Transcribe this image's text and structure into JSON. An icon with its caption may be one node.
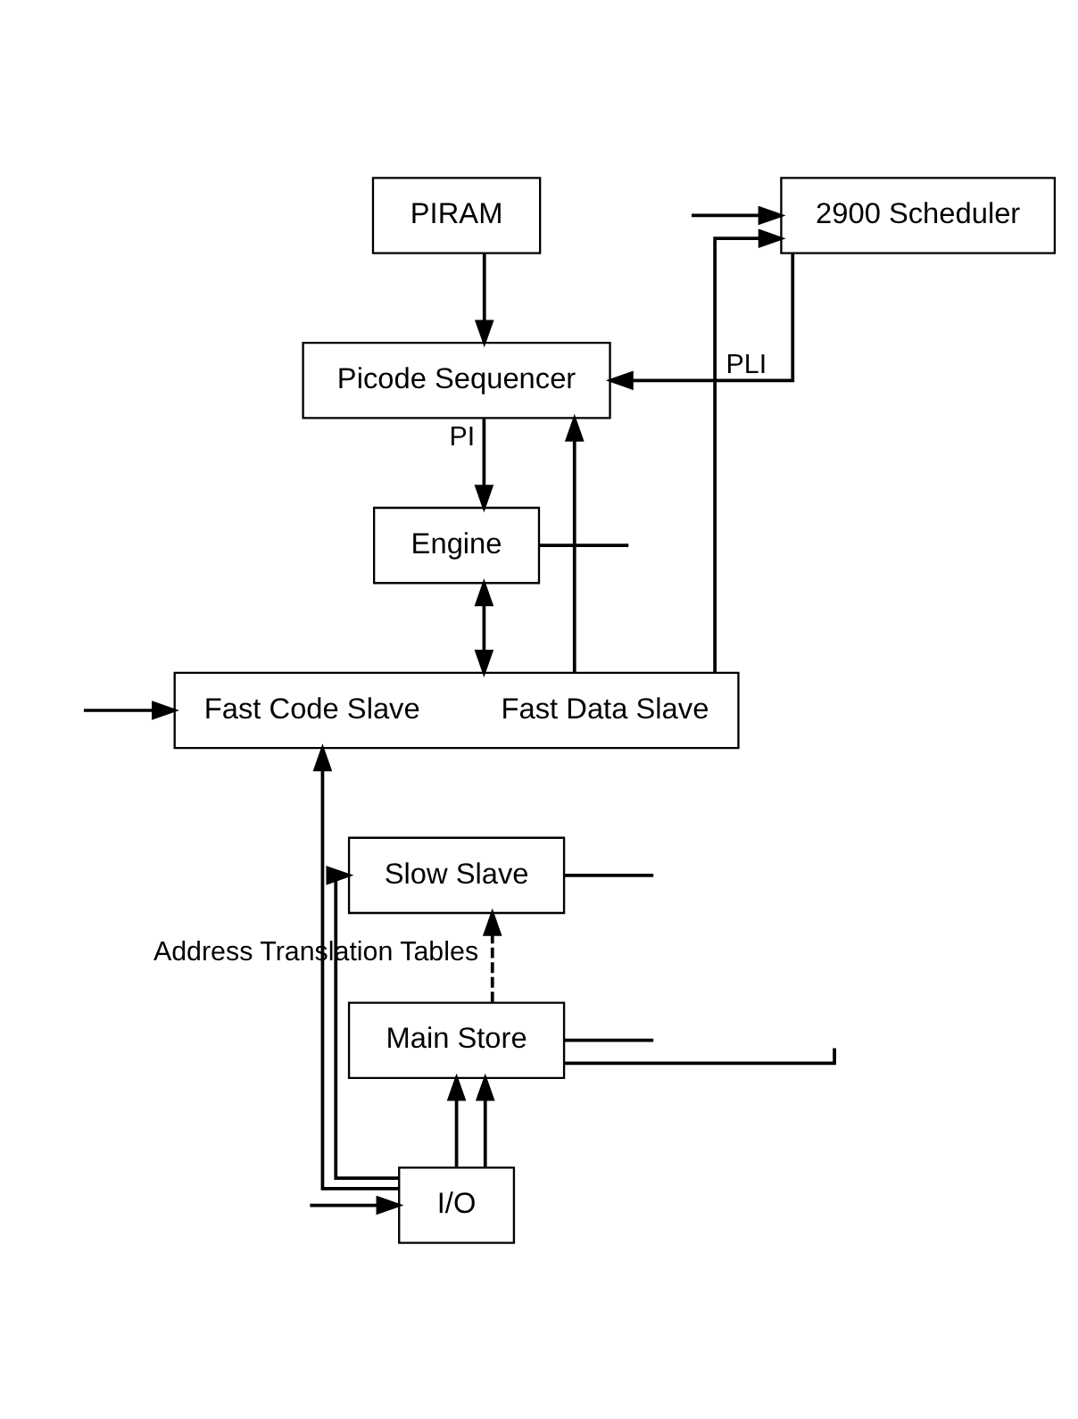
{
  "diagram": {
    "nodes": [
      {
        "text": [
          "2900 Scheduler"
        ]
      },
      {
        "text": [
          "PIRAM"
        ]
      },
      {
        "text": [
          "Picode Sequencer"
        ]
      },
      {
        "text": [
          "Engine"
        ]
      },
      {
        "text": [
          "Fast Code Slave",
          "Fast Data Slave"
        ]
      },
      {
        "text": [
          "Slow Slave"
        ]
      },
      {
        "text": [
          "Main Store"
        ]
      },
      {
        "text": [
          "I/O"
        ]
      }
    ],
    "edges": [
      {
        "from": null,
        "to": 0,
        "arrow": "to"
      },
      {
        "from": 0,
        "to": 2,
        "arrow": "to",
        "label": "PLI"
      },
      {
        "from": 1,
        "to": 2,
        "arrow": "to"
      },
      {
        "from": 2,
        "to": 3,
        "arrow": "to",
        "label": "PI"
      },
      {
        "from": 4,
        "to": 0,
        "arrow": "to"
      },
      {
        "from": 4,
        "to": 2,
        "arrow": "to"
      },
      {
        "from": 3,
        "to": 4,
        "arrow": "both"
      },
      {
        "from": 3,
        "to": null,
        "arrow": "none"
      },
      {
        "from": null,
        "to": 4,
        "arrow": "to"
      },
      {
        "from": 7,
        "to": 4,
        "arrow": "to"
      },
      {
        "from": 7,
        "to": 5,
        "arrow": "to"
      },
      {
        "from": 7,
        "to": 6,
        "arrow": "to"
      },
      {
        "from": 7,
        "to": 6,
        "arrow": "to"
      },
      {
        "from": 5,
        "to": null,
        "arrow": "none"
      },
      {
        "from": 6,
        "to": 5,
        "arrow": "to",
        "style": "dashed",
        "label": "Address Translation Tables"
      },
      {
        "from": 6,
        "to": null,
        "arrow": "none"
      },
      {
        "from": 6,
        "to": null,
        "arrow": "none"
      },
      {
        "from": null,
        "to": 7,
        "arrow": "to"
      }
    ]
  }
}
